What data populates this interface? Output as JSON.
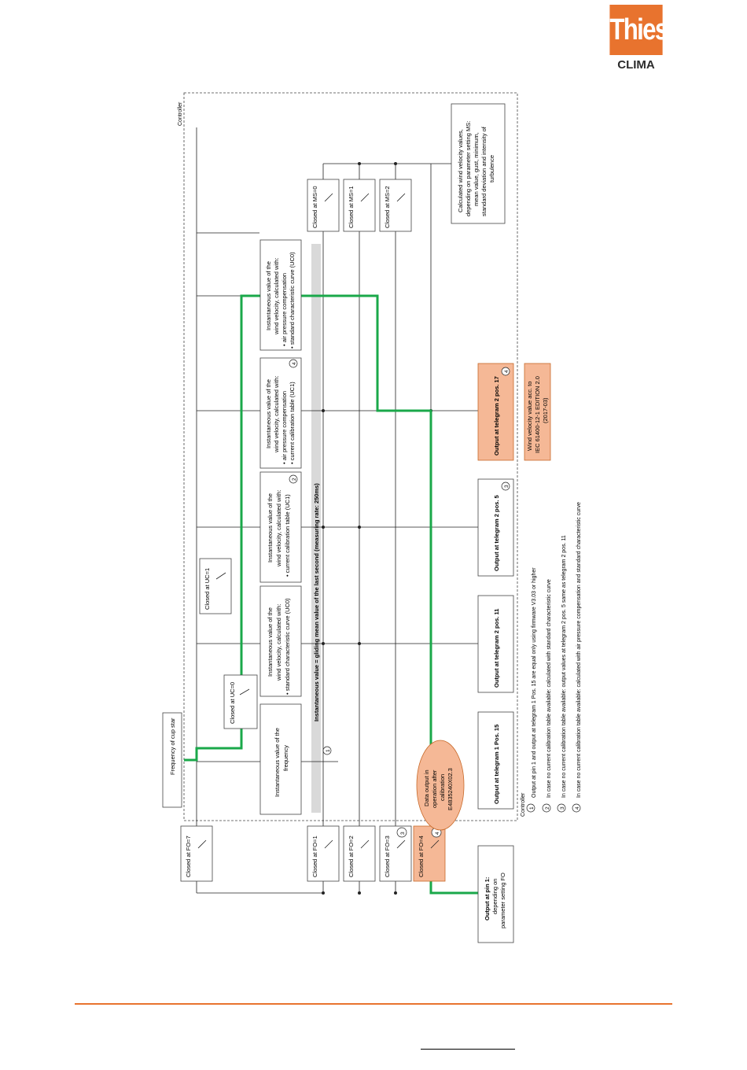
{
  "logo": {
    "line1": "Thies",
    "line2": "CLIMA",
    "color": "#e8732e"
  },
  "colors": {
    "highlight_path": "#1aa84a",
    "orange_box": "#f5b896",
    "orange_border": "#c86a2a",
    "gray_bar": "#d9d9d9"
  },
  "labels": {
    "controller_top": "Controller",
    "controller_bottom": "Controller",
    "frequency_cup_star": "Frequency of cup star",
    "freq_box": [
      "Instantaneous value of the",
      "frequency"
    ],
    "uc0_box": [
      "Instantaneous value of the",
      "wind velocity, calculated with:",
      "• standard characteristic curve (UC0)"
    ],
    "uc1_box": [
      "Instantaneous value of the",
      "wind velocity, calculated with:",
      "• current calibration table (UC1)"
    ],
    "uc1p_box": [
      "Instantaneous value of the",
      "wind velocity, calculated with:",
      "• air pressure compensation",
      "• current calibration table (UC1)"
    ],
    "uc0p_box": [
      "Instantaneous value of the",
      "wind velocity, calculated with:",
      "• air pressure compensation",
      "• standard characteristic curve (UC0)"
    ],
    "ms_box": [
      "Calculated wind velocity values,",
      "depending on parameter setting MS:",
      "mean value, gust, minimum,",
      "standard deviation and intensity of",
      "turbulence"
    ],
    "gliding_bar": "Instantaneous value = gliding mean value of the last second (measuring rate: 250ms)",
    "closed_uc0": "Closed at UC=0",
    "closed_uc1": "Closed at UC=1",
    "closed_fo7": "Closed at FO=7",
    "closed_fo1": "Closed at FO=1",
    "closed_fo2": "Closed at FO=2",
    "closed_fo3": "Closed at FO=3",
    "closed_fo4": "Closed at FO=4",
    "closed_ms0": "Closed at MS=0",
    "closed_ms1": "Closed at MS=1",
    "closed_ms2": "Closed at MS=2",
    "out_t1p15": "Output at telegram 1 Pos. 15",
    "out_t2p11": "Output at telegram 2 pos. 11",
    "out_t2p5": "Output at telegram 2 pos. 5",
    "out_t2p17": "Output at telegram 2 pos. 17",
    "out_pin1": [
      "Output at pin 1:",
      "depending on",
      "parameter setting FO"
    ],
    "iec_box": [
      "Wind velocity value acc. to",
      "IEC 61400-12-1 EDITION 2.0",
      "(2017-03)"
    ],
    "data_output": [
      "Data output in",
      "operation after",
      "calibration",
      "E4835240X02.3"
    ],
    "n1": "1",
    "n2": "2",
    "n3": "3",
    "n4": "4"
  },
  "notes": [
    {
      "num": "1",
      "text": "Output at pin 1 and output at telegram 1 Pos. 15 are equal only using firmware V3.03 or higher"
    },
    {
      "num": "2",
      "text": "In case no current calibration table available: calculated with standard characteristic curve"
    },
    {
      "num": "3",
      "text": "In case no current calibration table available: output values at telegram 2 pos. 5 same as telegram 2 pos. 11"
    },
    {
      "num": "4",
      "text": "In case no current calibration table available: calculated with air pressure compensation and standard characteristic curve"
    }
  ]
}
